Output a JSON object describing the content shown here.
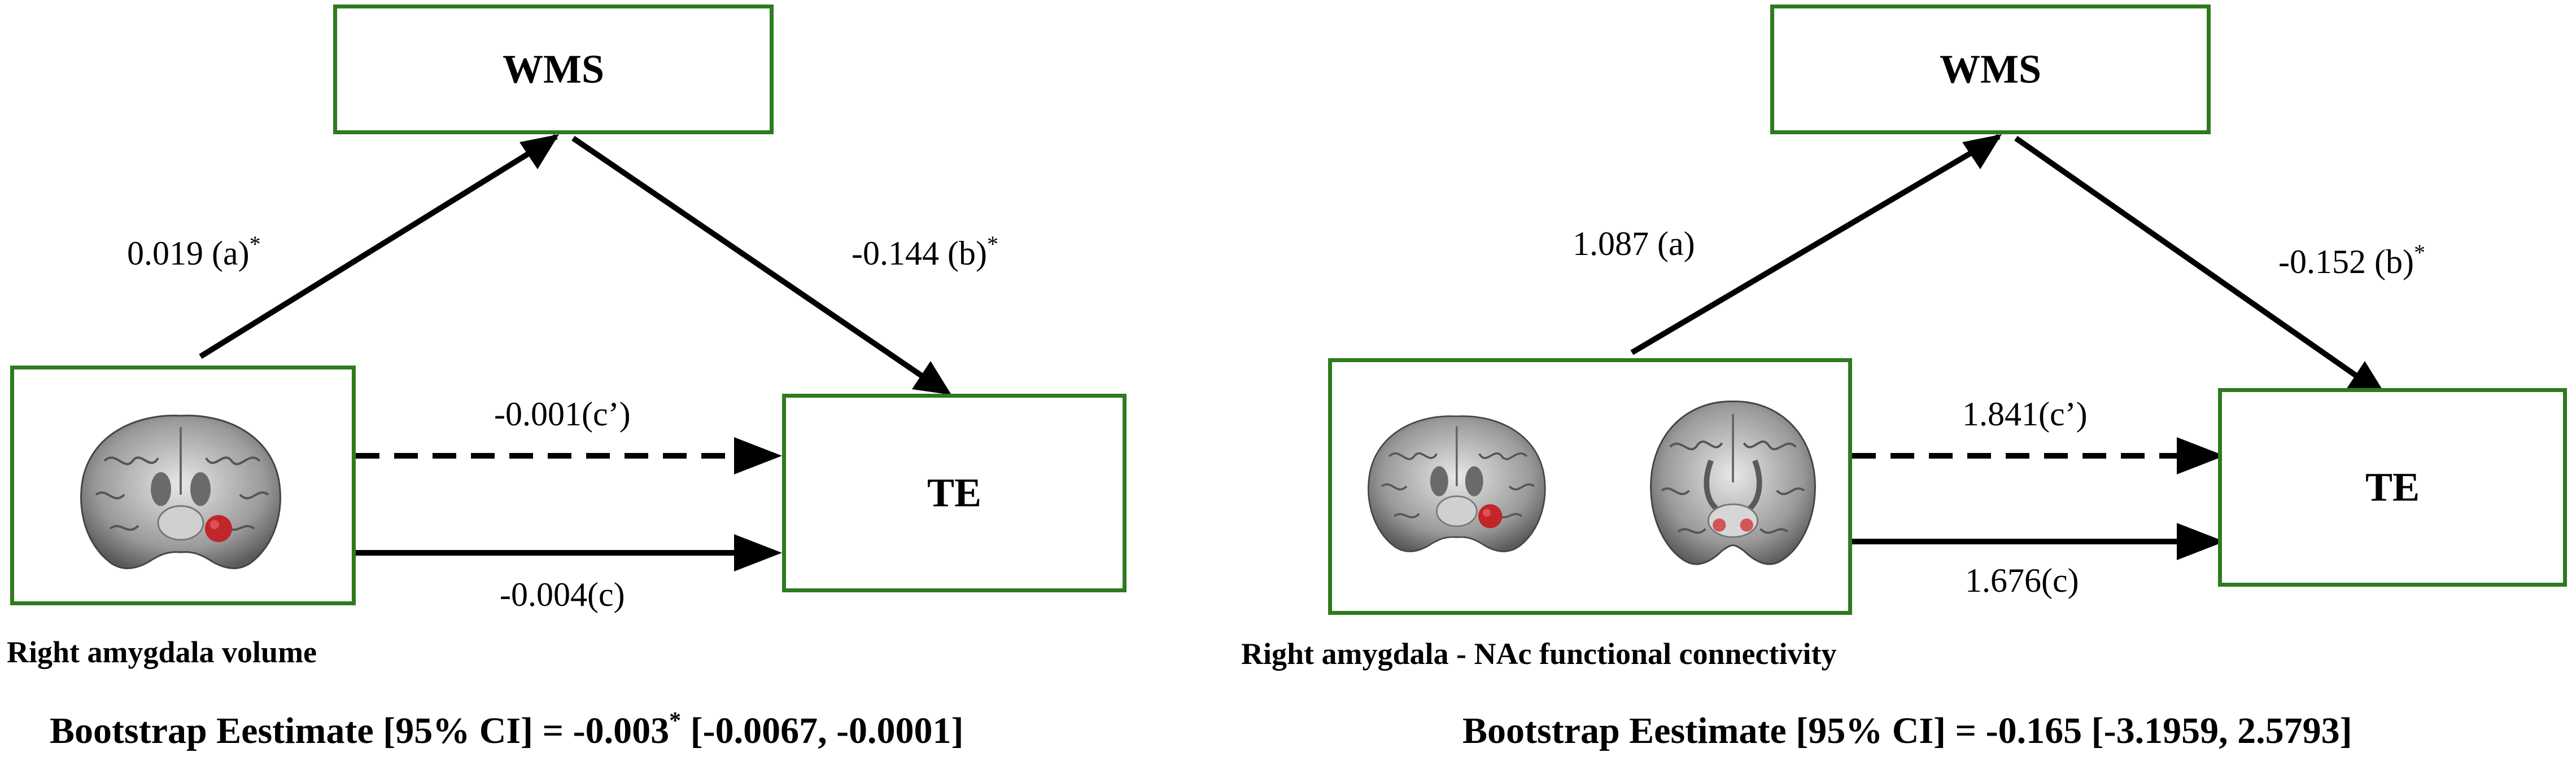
{
  "left_model": {
    "mediator": "WMS",
    "outcome": "TE",
    "predictor_caption": "Right amygdala volume",
    "path_a_value": "0.019 (a)",
    "path_a_sig": "*",
    "path_b_value": "-0.144 (b)",
    "path_b_sig": "*",
    "path_c_prime": "-0.001(c’)",
    "path_c": "-0.004(c)",
    "estimate_prefix": "Bootstrap Eestimate [95% CI] = -0.003",
    "estimate_sig": "*",
    "estimate_suffix": " [-0.0067, -0.0001]"
  },
  "right_model": {
    "mediator": "WMS",
    "outcome": "TE",
    "predictor_caption": "Right amygdala - NAc functional connectivity",
    "path_a_value": "1.087 (a)",
    "path_b_value": "-0.152 (b)",
    "path_b_sig": "*",
    "path_c_prime": "1.841(c’)",
    "path_c": "1.676(c)",
    "estimate": "Bootstrap Eestimate [95% CI] = -0.165 [-3.1959, 2.5793]"
  },
  "colors": {
    "box_border": "#2f7a1f",
    "arrow": "#000000",
    "roi_marker": "#c0262a"
  },
  "icons": [
    "coronal-brain-slice-icon",
    "amygdala-roi-marker-icon",
    "nac-roi-marker-icon"
  ]
}
